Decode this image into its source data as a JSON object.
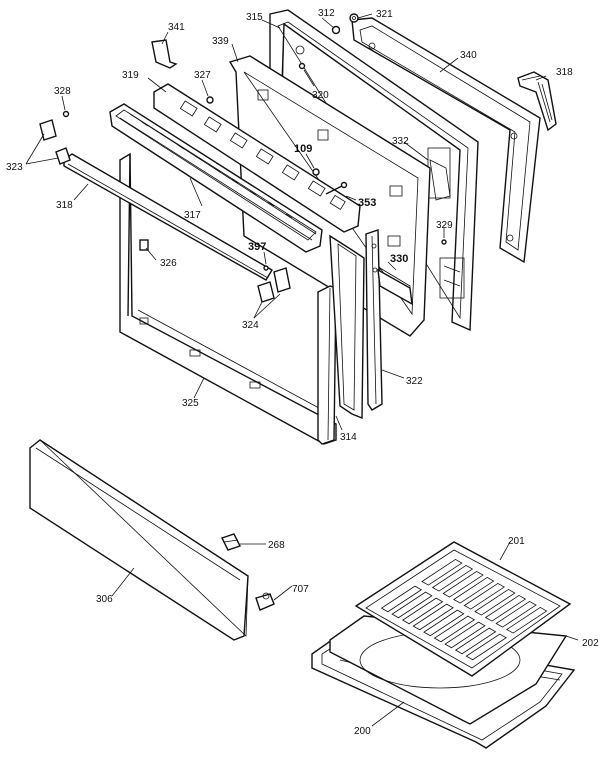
{
  "labels": {
    "l341": "341",
    "l315": "315",
    "l312": "312",
    "l321": "321",
    "l339": "339",
    "l340": "340",
    "l318a": "318",
    "l319": "319",
    "l327": "327",
    "l320": "320",
    "l328": "328",
    "l109": "109",
    "l332": "332",
    "l323": "323",
    "l318b": "318",
    "l317": "317",
    "l353": "353",
    "l329": "329",
    "l397": "397",
    "l330": "330",
    "l326": "326",
    "l324": "324",
    "l322": "322",
    "l325": "325",
    "l314": "314",
    "l268": "268",
    "l306": "306",
    "l707": "707",
    "l201": "201",
    "l202": "202",
    "l200": "200"
  }
}
